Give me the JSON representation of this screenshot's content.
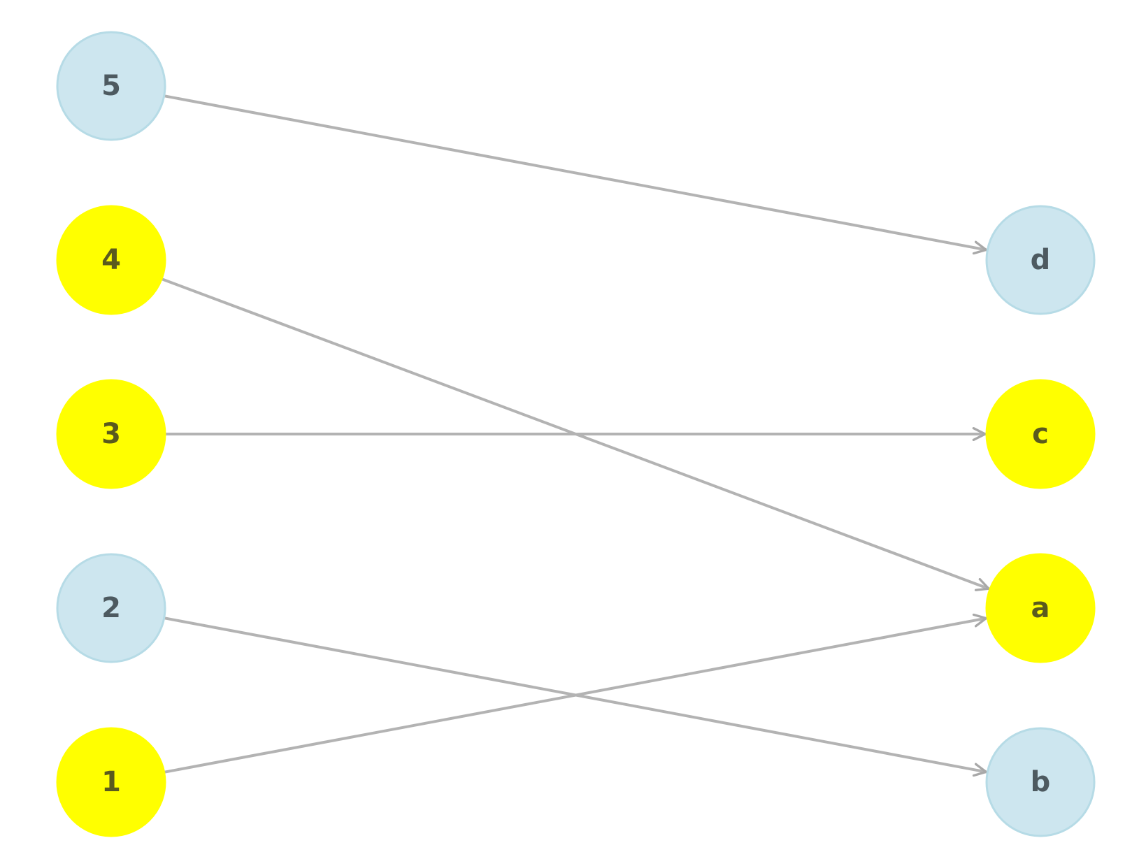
{
  "colors": {
    "highlight_fill": "#ffff00",
    "highlight_label": "#5a5a1e",
    "default_fill": "#cde6ef",
    "default_stroke": "#b6dbe6",
    "default_label": "#4d5a60",
    "edge": "#b3b3b3"
  },
  "nodes": [
    {
      "id": "5",
      "label": "5",
      "group": "left",
      "highlighted": false
    },
    {
      "id": "4",
      "label": "4",
      "group": "left",
      "highlighted": true
    },
    {
      "id": "3",
      "label": "3",
      "group": "left",
      "highlighted": true
    },
    {
      "id": "2",
      "label": "2",
      "group": "left",
      "highlighted": false
    },
    {
      "id": "1",
      "label": "1",
      "group": "left",
      "highlighted": true
    },
    {
      "id": "d",
      "label": "d",
      "group": "right",
      "highlighted": false
    },
    {
      "id": "c",
      "label": "c",
      "group": "right",
      "highlighted": true
    },
    {
      "id": "a",
      "label": "a",
      "group": "right",
      "highlighted": true
    },
    {
      "id": "b",
      "label": "b",
      "group": "right",
      "highlighted": false
    }
  ],
  "edges": [
    {
      "from": "5",
      "to": "d"
    },
    {
      "from": "4",
      "to": "a"
    },
    {
      "from": "3",
      "to": "c"
    },
    {
      "from": "2",
      "to": "b"
    },
    {
      "from": "1",
      "to": "a"
    }
  ]
}
